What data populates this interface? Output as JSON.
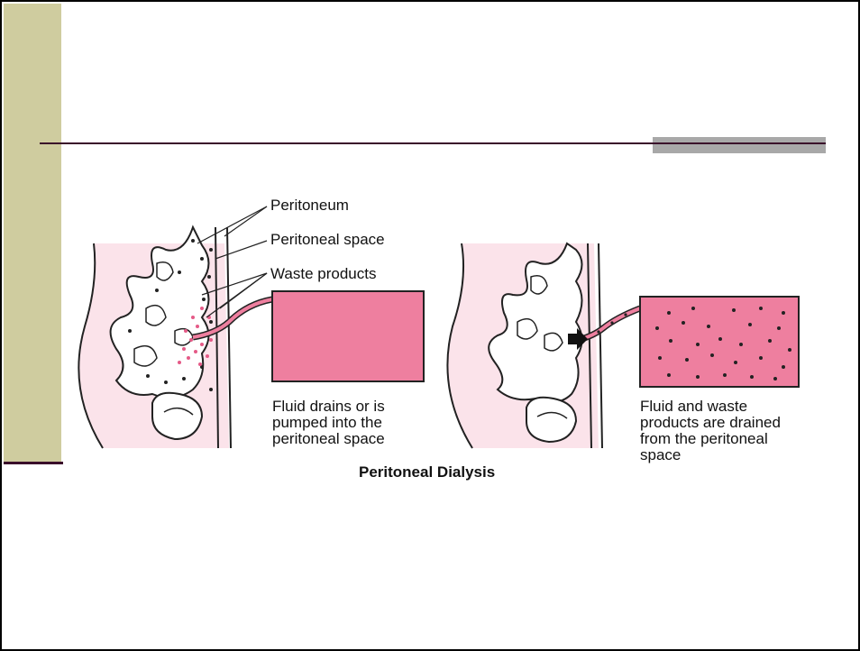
{
  "figure": {
    "labels": {
      "peritoneum": "Peritoneum",
      "peritoneal_space": "Peritoneal space",
      "waste_products": "Waste products"
    },
    "left_panel_caption": "Fluid drains or is\npumped into the\nperitoneal space",
    "right_panel_caption": "Fluid and waste\nproducts are drained\nfrom the peritoneal\nspace",
    "title": "Peritoneal Dialysis"
  },
  "colors": {
    "sidebar": "#cfcc9f",
    "rule": "#3a0f2a",
    "accent_gray": "#a8a8a8",
    "pink_tissue": "#fbe3ea",
    "dialysate_pink": "#ee7f9f"
  }
}
